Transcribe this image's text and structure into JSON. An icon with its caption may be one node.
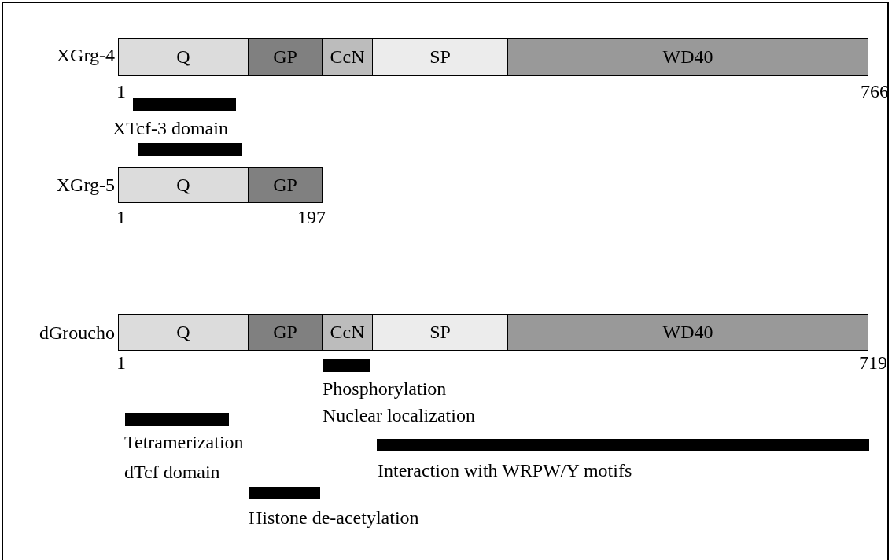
{
  "diagram": {
    "nodes": [
      {
        "text": [
          "Q"
        ]
      },
      {
        "text": [
          "GP"
        ]
      },
      {
        "text": [
          "CcN"
        ]
      },
      {
        "text": [
          "SP"
        ]
      },
      {
        "text": [
          "WD40"
        ]
      },
      {
        "text": [
          "Q"
        ]
      },
      {
        "text": [
          "GP"
        ]
      },
      {
        "text": [
          "Q"
        ]
      },
      {
        "text": [
          "GP"
        ]
      },
      {
        "text": [
          "CcN"
        ]
      },
      {
        "text": [
          "SP"
        ]
      },
      {
        "text": [
          "WD40"
        ]
      },
      {
        "text": [],
        "shape": "bar"
      },
      {
        "text": [],
        "shape": "bar"
      },
      {
        "text": [],
        "shape": "bar"
      },
      {
        "text": [],
        "shape": "bar"
      },
      {
        "text": [],
        "shape": "bar"
      },
      {
        "text": [],
        "shape": "bar"
      }
    ],
    "labels": [
      "XGrg-4",
      "1",
      "766",
      "XTcf-3 domain",
      "XGrg-5",
      "1",
      "197",
      "dGroucho",
      "1",
      "719",
      "Phosphorylation",
      "Nuclear localization",
      "Tetramerization",
      "dTcf domain",
      "Interaction with WRPW/Y motifs",
      "Histone de-acetylation"
    ]
  }
}
